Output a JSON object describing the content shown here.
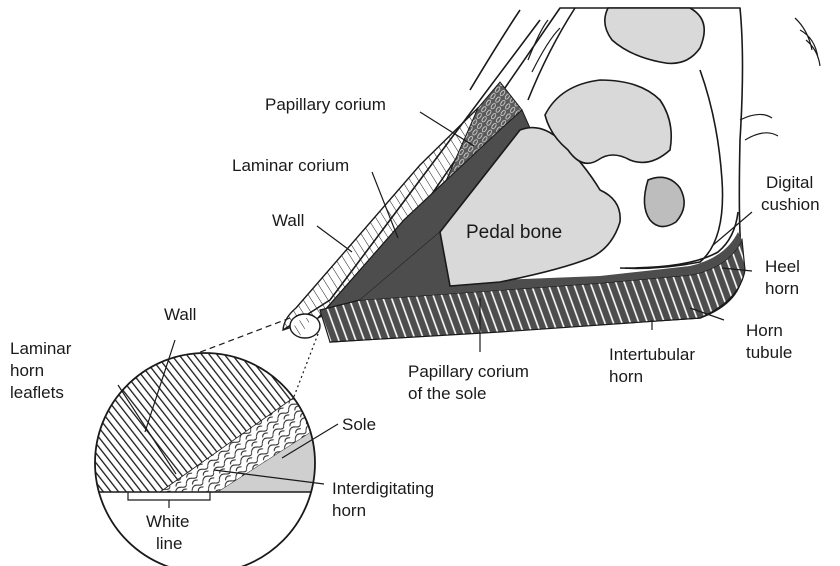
{
  "labels": {
    "papillary_corium": "Papillary corium",
    "laminar_corium": "Laminar corium",
    "wall_top": "Wall",
    "pedal_bone": "Pedal bone",
    "digital": "Digital",
    "cushion": "cushion",
    "heel": "Heel",
    "heel_horn": "horn",
    "horn": "Horn",
    "tubule": "tubule",
    "intertubular": "Intertubular",
    "intertubular_horn": "horn",
    "papillary_sole_1": "Papillary corium",
    "papillary_sole_2": "of the sole",
    "wall_inset": "Wall",
    "laminar_1": "Laminar",
    "laminar_2": "horn",
    "laminar_3": "leaflets",
    "sole": "Sole",
    "interdigitating_1": "Interdigitating",
    "interdigitating_2": "horn",
    "white_1": "White",
    "white_2": "line"
  },
  "colors": {
    "ink": "#1a1a1a",
    "bone_fill": "#d9d9d9",
    "corium_fill": "#4d4d4d",
    "sole_fill": "#cfcfcf"
  }
}
